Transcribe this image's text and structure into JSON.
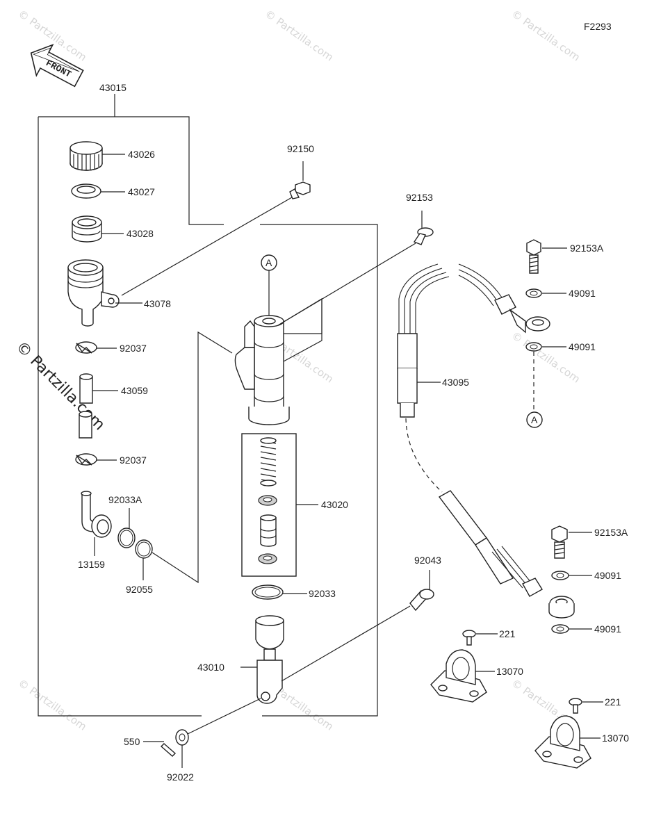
{
  "figure_code": "F2293",
  "front_arrow_label": "FRONT",
  "watermark": {
    "small": "© Partzilla.com",
    "side": "© Partzilla.com"
  },
  "callout_marker": "A",
  "labels": {
    "p43015": "43015",
    "p43026": "43026",
    "p43027": "43027",
    "p43028": "43028",
    "p43078": "43078",
    "p92037a": "92037",
    "p43059": "43059",
    "p92037b": "92037",
    "p92033A": "92033A",
    "p13159": "13159",
    "p92055": "92055",
    "p92150": "92150",
    "p92153": "92153",
    "p43020": "43020",
    "p92033": "92033",
    "p43010": "43010",
    "p550": "550",
    "p92022": "92022",
    "p92043": "92043",
    "p92153A_a": "92153A",
    "p49091_a": "49091",
    "p49091_b": "49091",
    "p43095": "43095",
    "p92153A_b": "92153A",
    "p49091_c": "49091",
    "p49091_d": "49091",
    "p221_a": "221",
    "p13070_a": "13070",
    "p221_b": "221",
    "p13070_b": "13070"
  }
}
